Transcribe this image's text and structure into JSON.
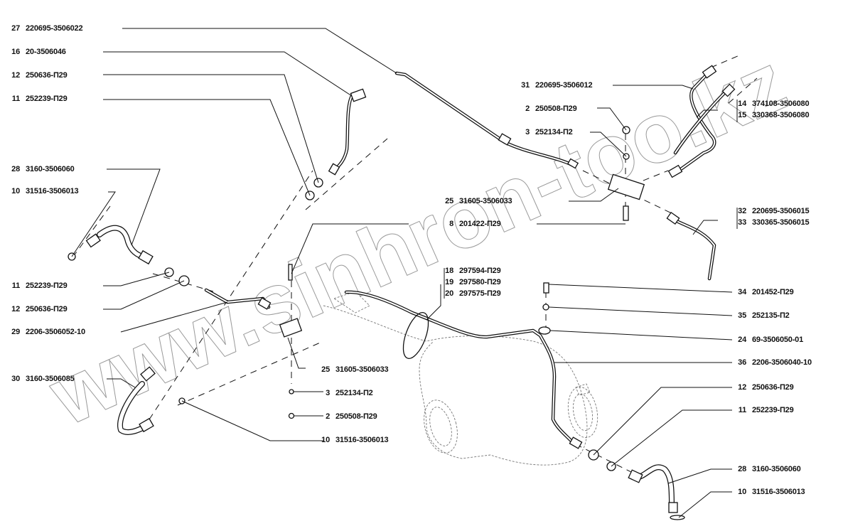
{
  "diagram": {
    "title": "Brake pipelines exploded view (rear axle)",
    "watermark": "www.sinhron-too.kz",
    "callouts": [
      {
        "id": "c27",
        "num": "27",
        "part": "220695-3506022"
      },
      {
        "id": "c16",
        "num": "16",
        "part": "20-3506046"
      },
      {
        "id": "c12a",
        "num": "12",
        "part": "250636-П29"
      },
      {
        "id": "c11a",
        "num": "11",
        "part": "252239-П29"
      },
      {
        "id": "c28a",
        "num": "28",
        "part": "3160-3506060"
      },
      {
        "id": "c10a",
        "num": "10",
        "part": "31516-3506013"
      },
      {
        "id": "c11b",
        "num": "11",
        "part": "252239-П29"
      },
      {
        "id": "c12b",
        "num": "12",
        "part": "250636-П29"
      },
      {
        "id": "c29",
        "num": "29",
        "part": "2206-3506052-10"
      },
      {
        "id": "c30",
        "num": "30",
        "part": "3160-3506085"
      },
      {
        "id": "c25a",
        "num": "25",
        "part": "31605-3506033"
      },
      {
        "id": "c3a",
        "num": "3",
        "part": "252134-П2"
      },
      {
        "id": "c2a",
        "num": "2",
        "part": "250508-П29"
      },
      {
        "id": "c10b",
        "num": "10",
        "part": "31516-3506013"
      },
      {
        "id": "c31",
        "num": "31",
        "part": "220695-3506012"
      },
      {
        "id": "c2b",
        "num": "2",
        "part": "250508-П29"
      },
      {
        "id": "c3b",
        "num": "3",
        "part": "252134-П2"
      },
      {
        "id": "c25b",
        "num": "25",
        "part": "31605-3506033"
      },
      {
        "id": "c8",
        "num": "8",
        "part": "201422-П29"
      },
      {
        "id": "c18",
        "num": "18",
        "part": "297594-П29"
      },
      {
        "id": "c19",
        "num": "19",
        "part": "297580-П29"
      },
      {
        "id": "c20",
        "num": "20",
        "part": "297575-П29"
      },
      {
        "id": "c14",
        "num": "14",
        "part": "374108-3506080"
      },
      {
        "id": "c15",
        "num": "15",
        "part": "330368-3506080"
      },
      {
        "id": "c32",
        "num": "32",
        "part": "220695-3506015"
      },
      {
        "id": "c33",
        "num": "33",
        "part": "330365-3506015"
      },
      {
        "id": "c34",
        "num": "34",
        "part": "201452-П29"
      },
      {
        "id": "c35",
        "num": "35",
        "part": "252135-П2"
      },
      {
        "id": "c24",
        "num": "24",
        "part": "69-3506050-01"
      },
      {
        "id": "c36",
        "num": "36",
        "part": "2206-3506040-10"
      },
      {
        "id": "c12c",
        "num": "12",
        "part": "250636-П29"
      },
      {
        "id": "c11c",
        "num": "11",
        "part": "252239-П29"
      },
      {
        "id": "c28b",
        "num": "28",
        "part": "3160-3506060"
      },
      {
        "id": "c10c",
        "num": "10",
        "part": "31516-3506013"
      }
    ]
  }
}
